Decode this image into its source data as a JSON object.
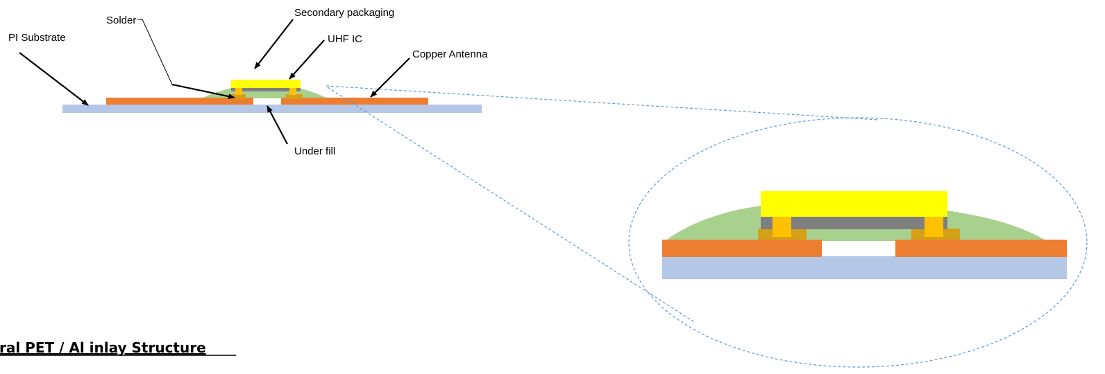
{
  "labels": {
    "secondary_packaging": "Secondary packaging",
    "solder": "Solder",
    "uhf_ic": "UHF IC",
    "pi_substrate": "PI Substrate",
    "copper_antenna": "Copper Antenna",
    "under_fill": "Under fill"
  },
  "caption": "ral PET / Al inlay Structure",
  "colors": {
    "substrate": "#b4c7e7",
    "copper": "#ed7d31",
    "underfill": "#a9d18e",
    "packaging": "#ffff00",
    "ic": "#7f7f7f",
    "solder_pad": "#d4a017",
    "solder_bump": "#ffc000",
    "zoom_outline": "#5b9bd5",
    "arrow": "#000000"
  }
}
